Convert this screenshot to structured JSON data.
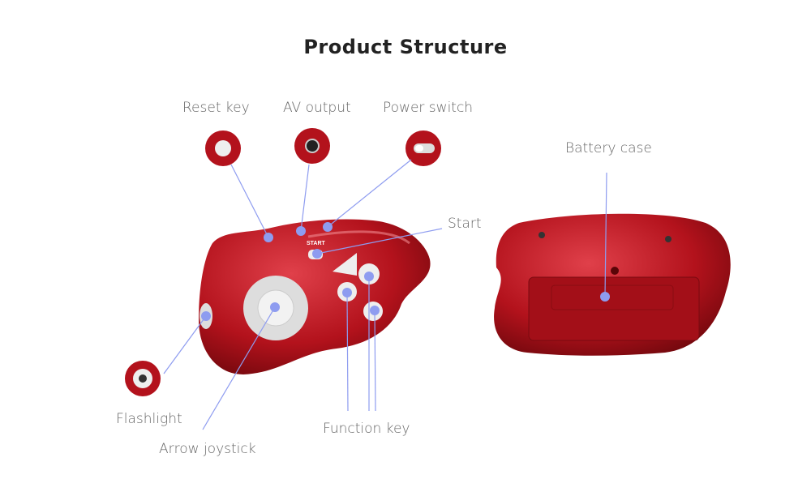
{
  "title": "Product Structure",
  "labels": {
    "reset_key": "Reset key",
    "av_output": "AV output",
    "power_switch": "Power switch",
    "start": "Start",
    "battery_case": "Battery case",
    "flashlight": "Flashlight",
    "arrow_joystick": "Arrow joystick",
    "function_key": "Function key"
  },
  "device_text": {
    "start": "START"
  },
  "colors": {
    "accent": "#8e9cf0",
    "body": "#b3121c"
  }
}
